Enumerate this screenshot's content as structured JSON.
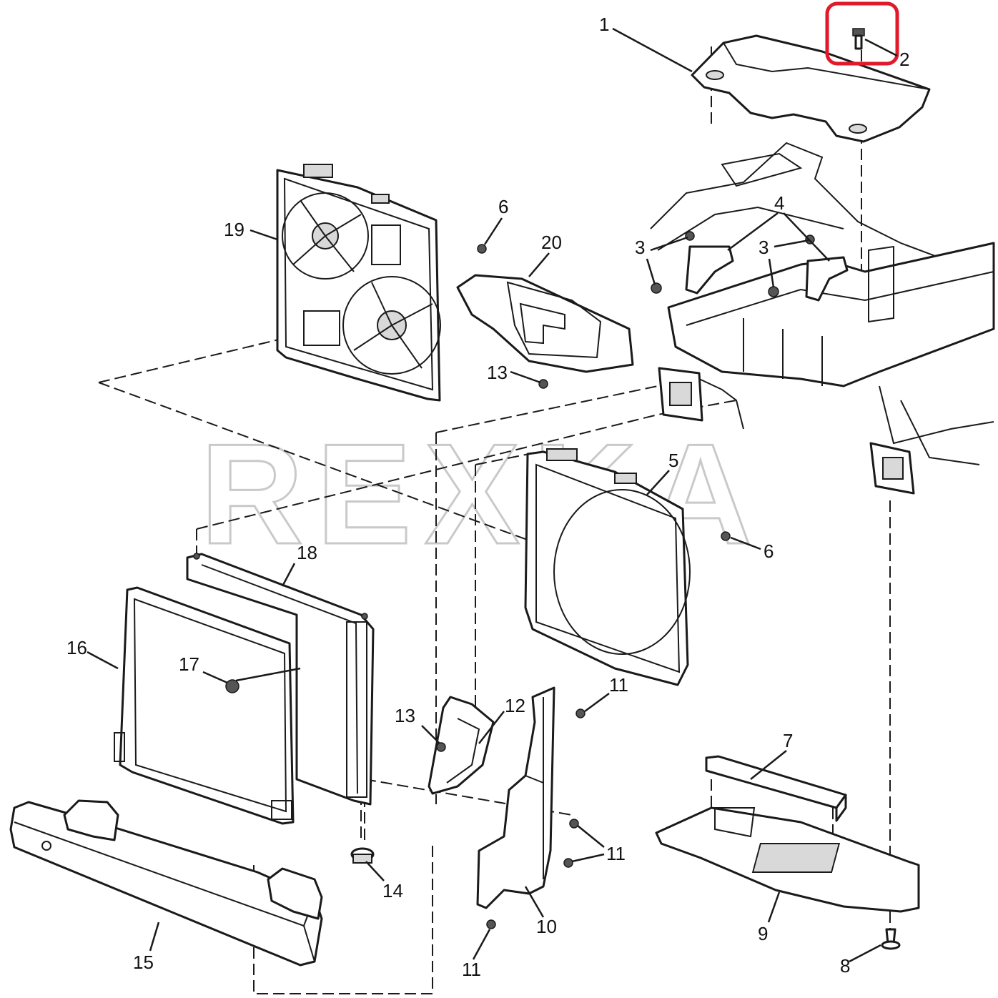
{
  "watermark": "REXKA",
  "highlight_color": "#e0192b",
  "callouts": {
    "c1": "1",
    "c2": "2",
    "c3a": "3",
    "c3b": "3",
    "c4": "4",
    "c5": "5",
    "c6a": "6",
    "c6b": "6",
    "c7": "7",
    "c8": "8",
    "c9": "9",
    "c10": "10",
    "c11a": "11",
    "c11b": "11",
    "c11c": "11",
    "c12": "12",
    "c13a": "13",
    "c13b": "13",
    "c14": "14",
    "c15": "15",
    "c16": "16",
    "c17": "17",
    "c18": "18",
    "c19": "19",
    "c20": "20"
  }
}
